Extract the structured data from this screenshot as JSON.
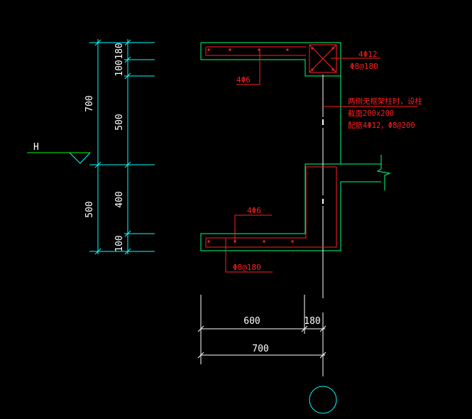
{
  "colors": {
    "background": "#000000",
    "dimension_lines": "#00ffff",
    "dimension_text": "#ffffff",
    "outline": "#00ff80",
    "rebar_and_annotations": "#ff2020",
    "ground_line": "#00ff00"
  },
  "elevation_dims": {
    "total_upper": "700",
    "total_lower": "500",
    "top_slab": "180",
    "seg_100_top": "100",
    "seg_500": "500",
    "seg_400": "400",
    "seg_100_bottom": "100"
  },
  "ground_label": "H",
  "annotations": {
    "top_rebar": "4Φ6",
    "corner_column_rebar": "4Φ12",
    "corner_column_stirrup": "Φ8@180",
    "note_line1": "两侧无框架柱时，设柱",
    "note_line2": "截面200x200",
    "note_line3": "配筋4Φ12，Φ8@200",
    "bottom_rebar": "4Φ6",
    "bottom_stirrup": "Φ8@180"
  },
  "plan_dims": {
    "width_600": "600",
    "width_180": "180",
    "width_700": "700"
  }
}
